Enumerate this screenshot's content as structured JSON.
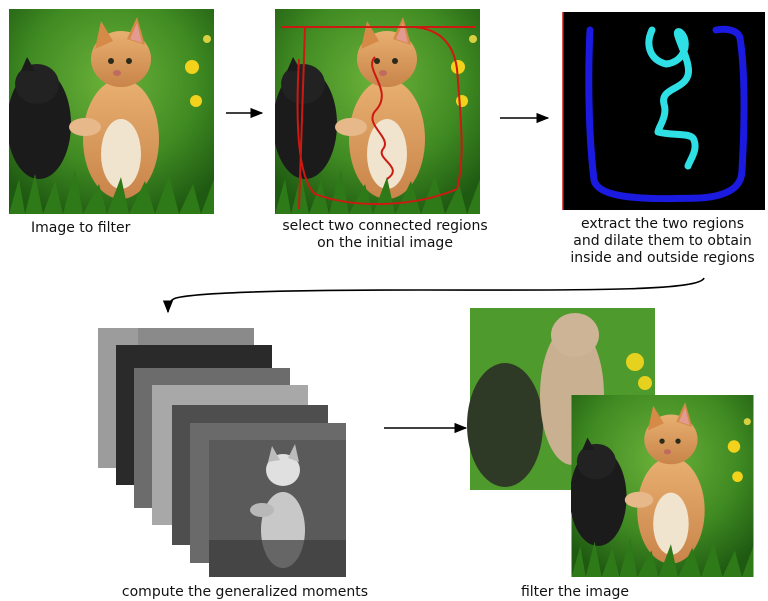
{
  "captions": {
    "image_to_filter": "Image to filter",
    "select_line1": "select two connected regions",
    "select_line2": "on the initial image",
    "extract_line1": "extract the two regions",
    "extract_line2": "and dilate them to obtain",
    "extract_line3": "inside and outside regions",
    "compute_moments": "compute the generalized moments",
    "filter_image": "filter the image"
  },
  "colors": {
    "grass": "#3f8a22",
    "kitten_orange": "#d99a55",
    "kitten_black": "#1a1a1a",
    "selection_red": "#cc1a12",
    "mask_background": "#000000",
    "inside_region": "#2ee0e6",
    "outside_region": "#1a1ae0",
    "arrow": "#000000"
  }
}
